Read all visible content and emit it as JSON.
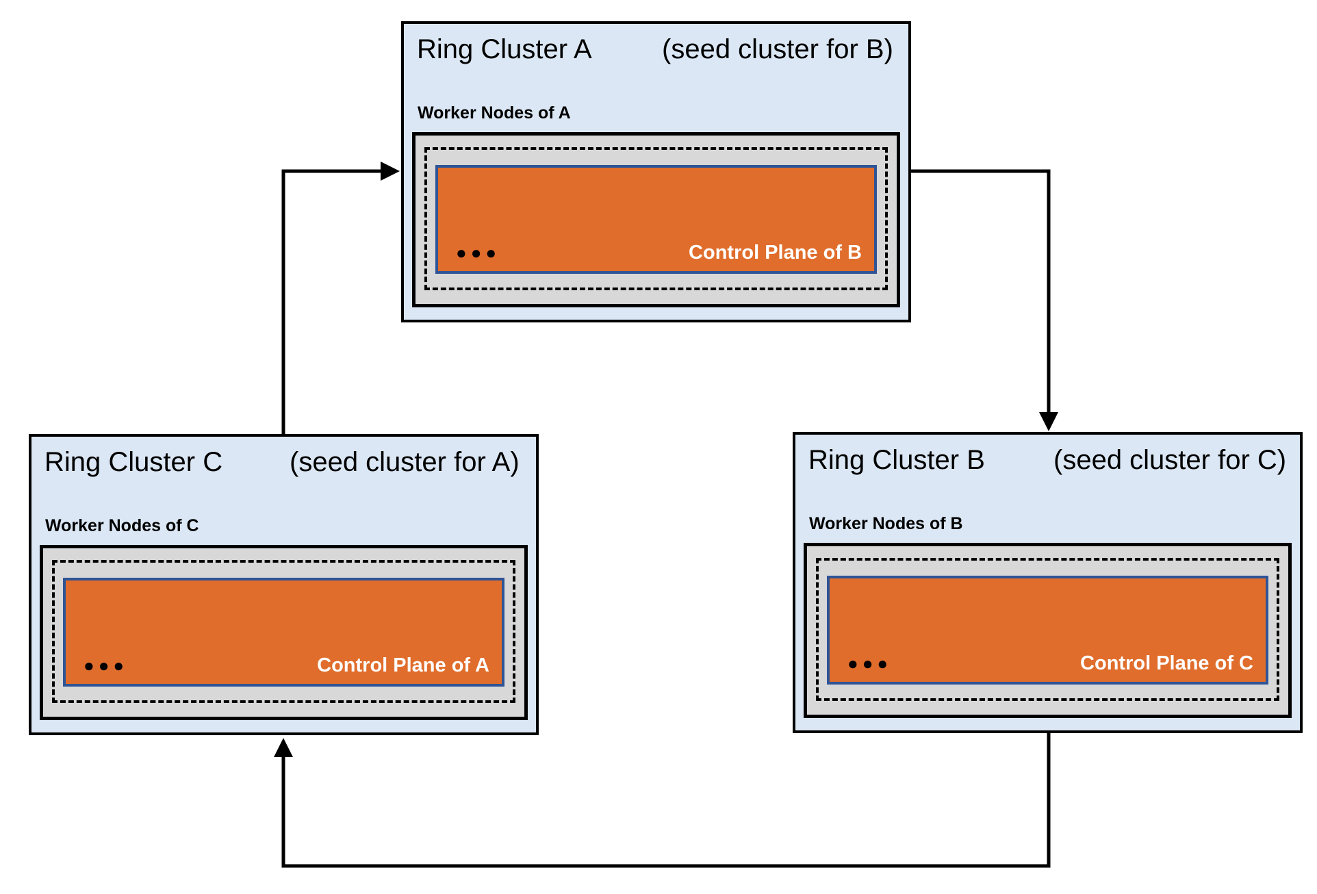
{
  "clusters": [
    {
      "id": "A",
      "title": "Ring Cluster A",
      "seed_note": "(seed cluster for B)",
      "worker_label": "Worker Nodes of A",
      "control_plane_label": "Control Plane of B",
      "dots": "●●●"
    },
    {
      "id": "B",
      "title": "Ring Cluster B",
      "seed_note": "(seed cluster for C)",
      "worker_label": "Worker Nodes of B",
      "control_plane_label": "Control Plane of C",
      "dots": "●●●"
    },
    {
      "id": "C",
      "title": "Ring Cluster C",
      "seed_note": "(seed cluster for A)",
      "worker_label": "Worker Nodes of C",
      "control_plane_label": "Control Plane of A",
      "dots": "●●●"
    }
  ],
  "arrows": [
    {
      "name": "c-to-a",
      "from": "Ring Cluster C",
      "to": "Ring Cluster A"
    },
    {
      "name": "a-to-b",
      "from": "Ring Cluster A",
      "to": "Ring Cluster B"
    },
    {
      "name": "b-to-c",
      "from": "Ring Cluster B",
      "to": "Ring Cluster C"
    }
  ],
  "colors": {
    "clusterBg": "#dbe7f4",
    "clusterBorder": "#000000",
    "workerBoxBg": "#d8d8d8",
    "workerBoxBorder": "#000000",
    "dashedBorder": "#000000",
    "controlPlaneBg": "#e06d2b",
    "controlPlaneBorder": "#2f5496",
    "controlPlaneText": "#ffffff",
    "arrowColor": "#000000",
    "titleText": "#000000"
  }
}
